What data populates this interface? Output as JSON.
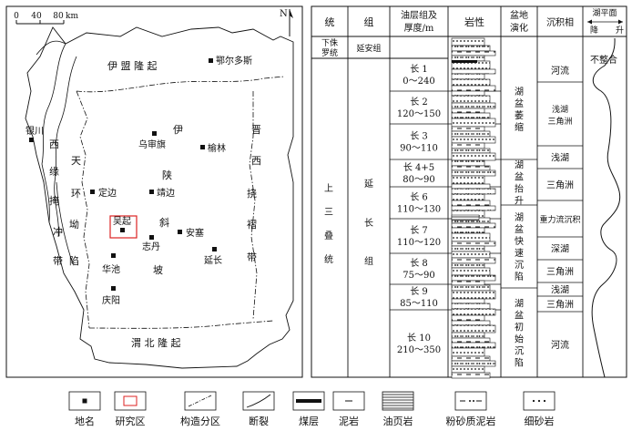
{
  "map": {
    "scale": {
      "ticks": [
        "0",
        "40",
        "80"
      ],
      "unit": "km"
    },
    "north": "N",
    "regions": {
      "yimeng_uplift": "伊 盟 隆 起",
      "weibei_uplift": "渭 北 隆 起",
      "yishan_slope": [
        "伊",
        "陕",
        "斜",
        "坡"
      ],
      "jinxi_belt": [
        "晋",
        "西",
        "挠",
        "褶",
        "带"
      ],
      "tianhuan": [
        "天",
        "环",
        "坳",
        "陷"
      ],
      "xiyuan": [
        "西",
        "缘",
        "掩",
        "冲",
        "带"
      ]
    },
    "places": {
      "erdos": "鄂尔多斯",
      "yinchuan": "银川",
      "wushenqi": "乌审旗",
      "yulin": "榆林",
      "dingbian": "定边",
      "jingbian": "靖边",
      "wuqi": "吴起",
      "ansai": "安塞",
      "zhidan": "志丹",
      "yanchang": "延长",
      "huachi": "华池",
      "qingyang": "庆阳"
    }
  },
  "table": {
    "headers": {
      "tong": "统",
      "zu": "组",
      "layer_line1": "油层组及",
      "layer_line2": "厚度/m",
      "lithology": "岩性",
      "basin_line1": "盆地",
      "basin_line2": "演化",
      "facies": "沉积相",
      "lake_title": "湖平面",
      "lake_fall": "降",
      "lake_rise": "升"
    },
    "lower_jurassic": {
      "tong": "下侏罗统",
      "zu": "延安组"
    },
    "upper_triassic": {
      "tong": "上三叠统",
      "zu": "延长组"
    },
    "layers": [
      {
        "name": "长 1",
        "thickness": "0～240"
      },
      {
        "name": "长 2",
        "thickness": "120～150"
      },
      {
        "name": "长 3",
        "thickness": "90～110"
      },
      {
        "name": "长 4+5",
        "thickness": "80～90"
      },
      {
        "name": "长 6",
        "thickness": "110～130"
      },
      {
        "name": "长 7",
        "thickness": "110～120"
      },
      {
        "name": "长 8",
        "thickness": "75～90"
      },
      {
        "name": "长 9",
        "thickness": "85～110"
      },
      {
        "name": "长 10",
        "thickness": "210～350"
      }
    ],
    "basin_evolution": [
      "湖盆萎缩",
      "湖盆抬升",
      "湖盆快速沉陷",
      "湖盆初始沉陷"
    ],
    "facies": [
      "河流",
      "浅湖三角洲",
      "浅湖",
      "三角洲",
      "重力流沉积",
      "深湖",
      "三角洲",
      "浅湖",
      "三角洲",
      "河流"
    ],
    "unconformity": "不整合"
  },
  "legend": [
    "地名",
    "研究区",
    "构造分区",
    "断裂",
    "煤层",
    "泥岩",
    "油页岩",
    "粉砂质泥岩",
    "细砂岩"
  ]
}
